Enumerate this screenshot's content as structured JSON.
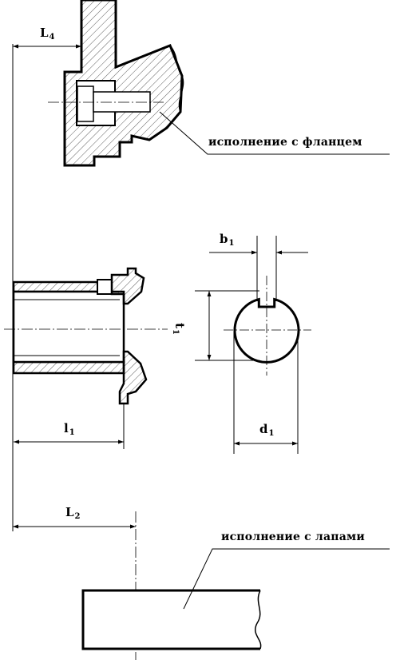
{
  "labels": {
    "L4": {
      "main": "L",
      "sub": "4"
    },
    "L2": {
      "main": "L",
      "sub": "2"
    },
    "l1": {
      "main": "l",
      "sub": "1"
    },
    "b1": {
      "main": "b",
      "sub": "1"
    },
    "t1": {
      "main": "t",
      "sub": "1"
    },
    "d1": {
      "main": "d",
      "sub": "1"
    }
  },
  "notes": {
    "flange_variant": "исполнение с фланцем",
    "feet_variant": "исполнение с лапами"
  }
}
